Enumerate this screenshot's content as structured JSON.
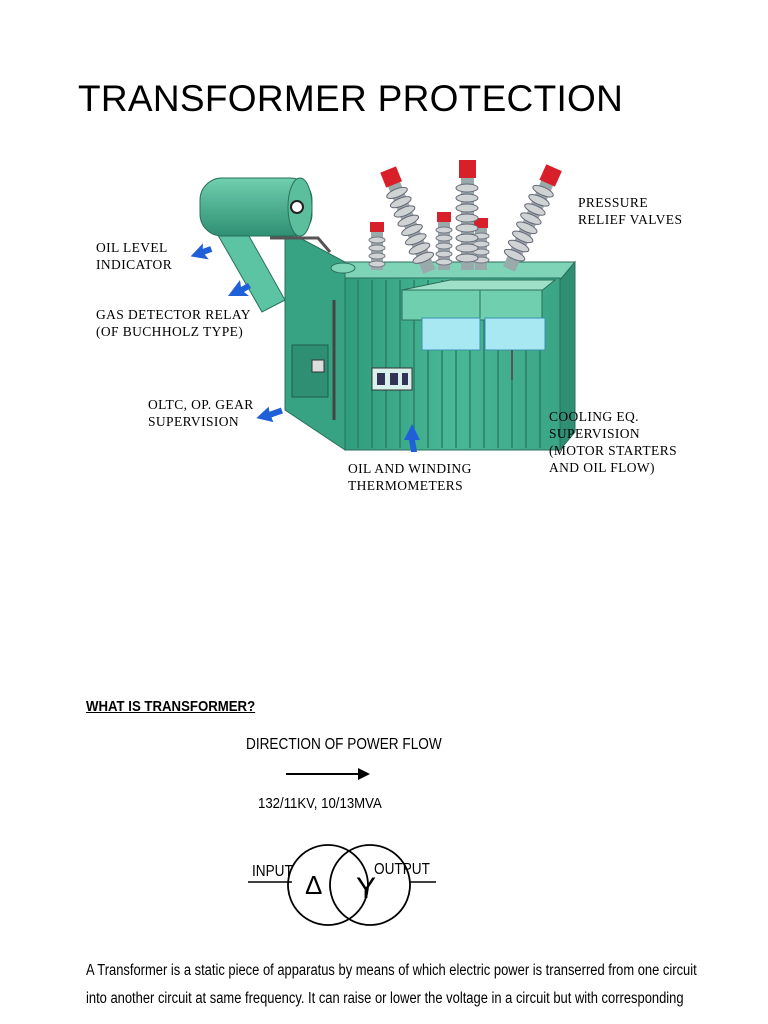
{
  "page": {
    "title": "TRANSFORMER PROTECTION"
  },
  "diagram": {
    "labels": {
      "oil_level_1": "OIL LEVEL",
      "oil_level_2": "INDICATOR",
      "gas_relay_1": "GAS DETECTOR RELAY",
      "gas_relay_2": "(OF BUCHHOLZ TYPE)",
      "oltc_1": "OLTC, OP. GEAR",
      "oltc_2": "SUPERVISION",
      "pressure_1": "PRESSURE",
      "pressure_2": "RELIEF VALVES",
      "cooling_1": "COOLING EQ.",
      "cooling_2": "SUPERVISION",
      "cooling_3": "(MOTOR STARTERS",
      "cooling_4": "AND OIL FLOW)",
      "thermo_1": "OIL AND WINDING",
      "thermo_2": "THERMOMETERS"
    },
    "colors": {
      "tank": "#3fae8e",
      "arrow": "#1f5fd8",
      "bushing_top": "#d8202a"
    }
  },
  "section": {
    "heading": "WHAT IS TRANSFORMER?",
    "direction": "DIRECTION OF POWER FLOW",
    "rating": "132/11KV,   10/13MVA",
    "input": "INPUT",
    "output": "OUTPUT",
    "primary_symbol": "Δ",
    "secondary_symbol": "Y",
    "paragraph_line1": "A Transformer is a static piece of apparatus by means of which electric power is transerred from one circuit",
    "paragraph_line2": "into another circuit at same frequency. It can raise or lower the voltage in a circuit but with corresponding"
  }
}
